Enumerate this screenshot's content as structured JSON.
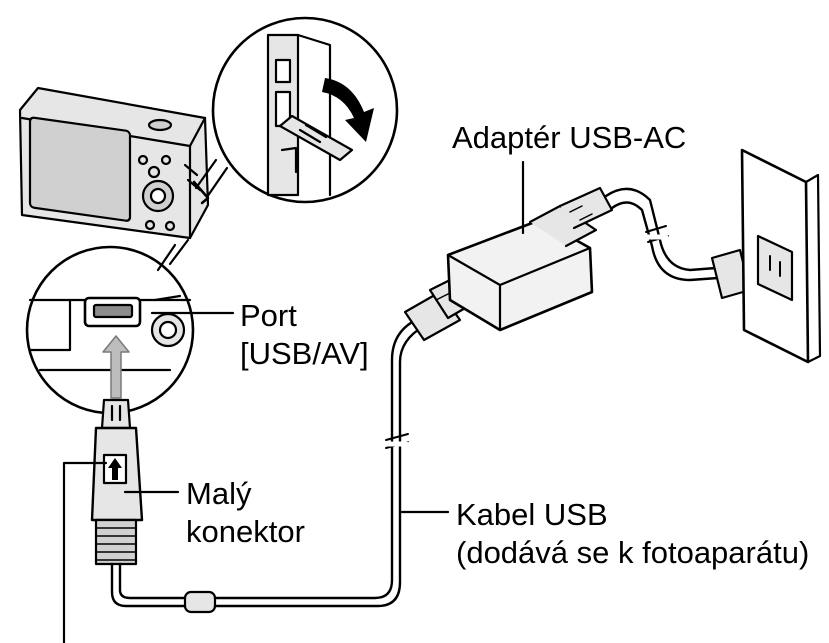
{
  "labels": {
    "adapter": "Adaptér USB-AC",
    "port_line1": "Port",
    "port_line2": "[USB/AV]",
    "small_connector_line1": "Malý",
    "small_connector_line2": "konektor",
    "usb_cable_line1": "Kabel USB",
    "usb_cable_line2": "(dodává se k fotoaparátu)"
  },
  "colors": {
    "ink": "#000000",
    "body_fill": "#e6e6e6",
    "dark_fill": "#8c8c8c",
    "arrow_fill": "#bdbdbd",
    "background": "#ffffff"
  },
  "icons": {
    "camera": "camera-icon",
    "adapter": "usb-ac-adapter-icon",
    "outlet": "wall-outlet-icon",
    "connector": "usb-micro-connector-icon",
    "insert_arrow": "insert-arrow-icon",
    "rotate_arrow": "rotate-arrow-icon"
  }
}
